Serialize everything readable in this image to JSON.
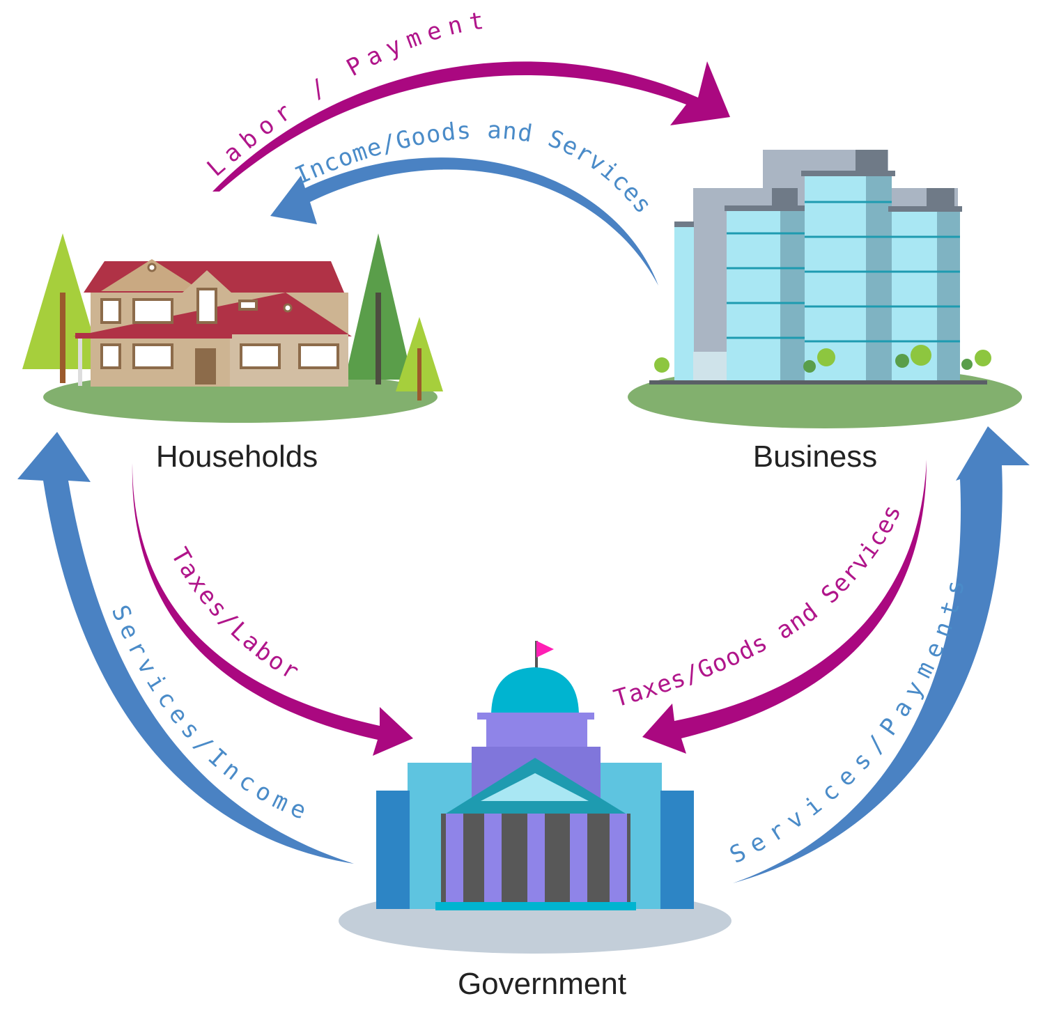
{
  "nodes": {
    "households": {
      "label": "Households"
    },
    "business": {
      "label": "Business"
    },
    "government": {
      "label": "Government"
    }
  },
  "flows": {
    "labor_payments": {
      "label": "Labor / Payments"
    },
    "income_goods": {
      "label": "Income/Goods and Services"
    },
    "taxes_labor": {
      "label": "Taxes/Labor"
    },
    "services_income": {
      "label": "Services/Income"
    },
    "taxes_goods": {
      "label": "Taxes/Goods and Services"
    },
    "services_payments": {
      "label": "Services/Payments"
    }
  },
  "colors": {
    "magenta_arrow": "#aa0880",
    "blue_arrow": "#4a82c3",
    "magenta_text": "#b0158a",
    "blue_text": "#4a8bc8",
    "grass": "#82b06e",
    "gov_ground": "#c3ced9"
  },
  "icons": {
    "households": "house-with-trees-icon",
    "business": "office-towers-icon",
    "government": "capitol-building-icon"
  }
}
